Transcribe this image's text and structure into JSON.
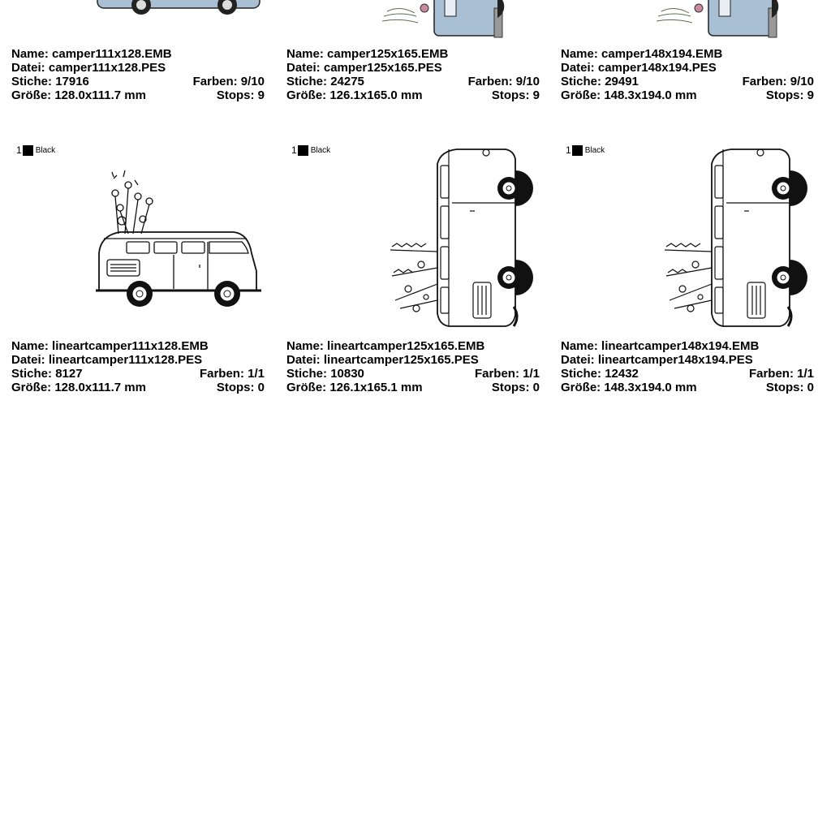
{
  "labels": {
    "name": "Name:",
    "datei": "Datei:",
    "stiche": "Stiche:",
    "farben": "Farben:",
    "groesse": "Größe:",
    "stops": "Stops:"
  },
  "designs": [
    {
      "name": "camper111x128.EMB",
      "datei": "camper111x128.PES",
      "stiche": "17916",
      "farben": "9/10",
      "groesse": "128.0x111.7 mm",
      "stops": "9"
    },
    {
      "name": "camper125x165.EMB",
      "datei": "camper125x165.PES",
      "stiche": "24275",
      "farben": "9/10",
      "groesse": "126.1x165.0 mm",
      "stops": "9"
    },
    {
      "name": "camper148x194.EMB",
      "datei": "camper148x194.PES",
      "stiche": "29491",
      "farben": "9/10",
      "groesse": "148.3x194.0 mm",
      "stops": "9"
    },
    {
      "name": "lineartcamper111x128.EMB",
      "datei": "lineartcamper111x128.PES",
      "stiche": "8127",
      "farben": "1/1",
      "groesse": "128.0x111.7 mm",
      "stops": "0",
      "swatch_index": "1",
      "swatch_color_name": "Black"
    },
    {
      "name": "lineartcamper125x165.EMB",
      "datei": "lineartcamper125x165.PES",
      "stiche": "10830",
      "farben": "1/1",
      "groesse": "126.1x165.1 mm",
      "stops": "0",
      "swatch_index": "1",
      "swatch_color_name": "Black"
    },
    {
      "name": "lineartcamper148x194.EMB",
      "datei": "lineartcamper148x194.PES",
      "stiche": "12432",
      "farben": "1/1",
      "groesse": "148.3x194.0 mm",
      "stops": "0",
      "swatch_index": "1",
      "swatch_color_name": "Black"
    }
  ],
  "colors": {
    "van_fill": "#a9bfd3",
    "van_stroke": "#222222",
    "flower_pink": "#c98a9f",
    "leaf_green": "#5a6b4e"
  }
}
